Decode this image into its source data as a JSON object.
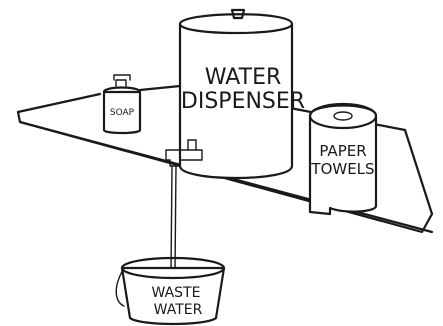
{
  "labels": {
    "dispenser_line1": "WATER",
    "dispenser_line2": "DISPENSER",
    "towels_line1": "PAPER",
    "towels_line2": "TOWELS",
    "bucket_line1": "WASTE",
    "bucket_line2": "WATER",
    "soap": "SOAP"
  }
}
